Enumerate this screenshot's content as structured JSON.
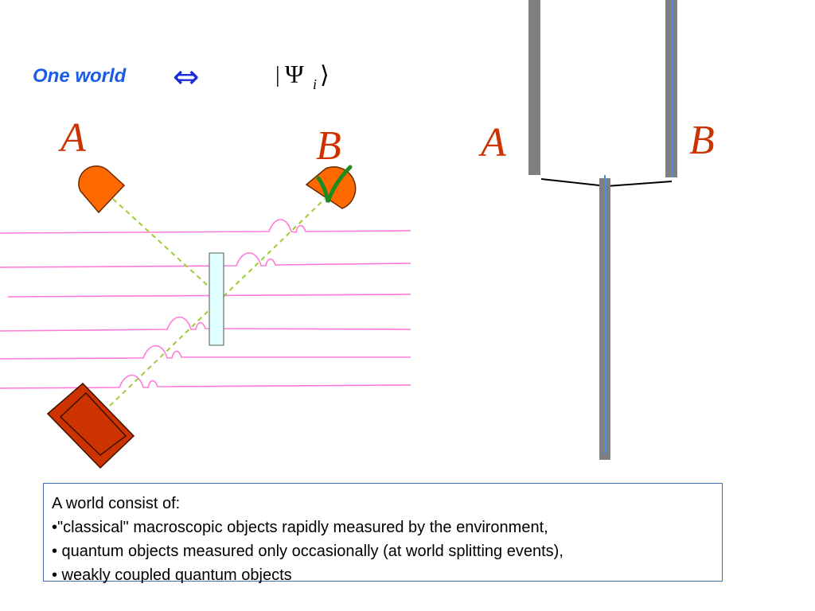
{
  "slide": {
    "title": "One world",
    "equivalence_symbol": "⇔",
    "state": {
      "bar": "|",
      "psi": "Ψ",
      "subscript": "i",
      "bracket": "⟩"
    }
  },
  "setup": {
    "detector_a_label": "A",
    "detector_b_label": "B",
    "detector_a_color": "#ff6a00",
    "detector_b_color": "#ff6a00",
    "source_color": "#cc3300",
    "beam_color": "#9acd32",
    "wave_color": "#ff7ad9",
    "splitter_color": "#e0ffff",
    "check_color": "#1f8b1f",
    "fired_detector": "B"
  },
  "tree": {
    "branch_a_label": "A",
    "branch_b_label": "B",
    "label_color": "#cc3300",
    "worldline_color": "#808080",
    "state_line_color": "#4a90e2"
  },
  "caption": {
    "lines": [
      "A world consist of:",
      "•\"classical\" macroscopic objects rapidly measured by the environment,",
      "• quantum objects measured only occasionally (at world splitting events),",
      "• weakly coupled quantum objects"
    ]
  }
}
